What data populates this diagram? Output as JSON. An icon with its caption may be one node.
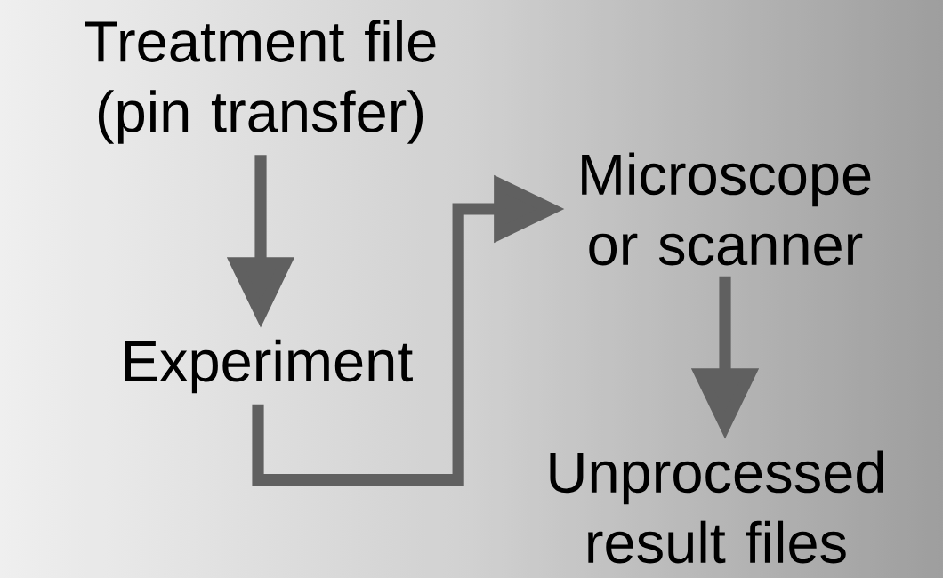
{
  "diagram": {
    "nodes": [
      {
        "text": [
          "Treatment file (pin transfer)"
        ]
      },
      {
        "text": [
          "Experiment"
        ]
      },
      {
        "text": [
          "Microscope or scanner"
        ]
      },
      {
        "text": [
          "Unprocessed result files"
        ]
      }
    ],
    "edges": [
      {
        "from": 0,
        "to": 1,
        "arrow": "to"
      },
      {
        "from": 1,
        "to": 2,
        "arrow": "to"
      },
      {
        "from": 2,
        "to": 3,
        "arrow": "to"
      }
    ]
  }
}
